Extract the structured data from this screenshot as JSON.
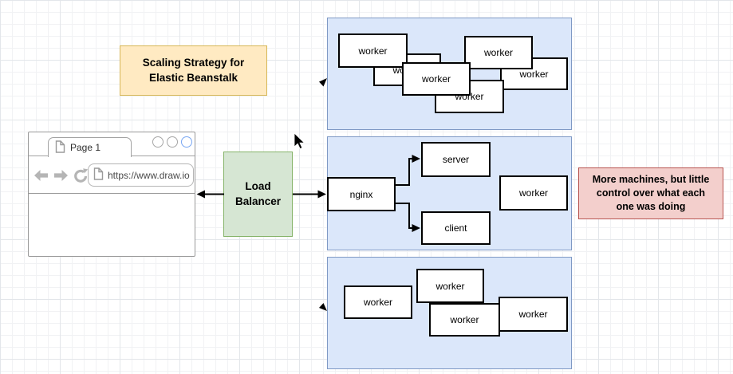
{
  "title": {
    "text": "Scaling Strategy for\nElastic Beanstalk"
  },
  "browser": {
    "tab_label": "Page 1",
    "url": "https://www.draw.io"
  },
  "load_balancer": {
    "label": "Load\nBalancer"
  },
  "panels": {
    "top": {
      "workers": [
        "worker",
        "worker",
        "worker",
        "worker",
        "worker",
        "worker"
      ]
    },
    "middle": {
      "nginx": "nginx",
      "server": "server",
      "client": "client",
      "worker": "worker"
    },
    "bottom": {
      "workers": [
        "worker",
        "worker",
        "worker",
        "worker"
      ]
    }
  },
  "note": {
    "text": "More machines, but little\ncontrol over what each\none was doing"
  },
  "icons": {
    "browser": [
      "back-arrow",
      "forward-arrow",
      "refresh",
      "page",
      "window-circle",
      "window-circle",
      "window-circle-blue"
    ],
    "cursor": "mouse-pointer"
  },
  "colors": {
    "panel_fill": "#dbe7fa",
    "panel_border": "#7f99c5",
    "title_fill": "#ffeac2",
    "title_border": "#d6b656",
    "lb_fill": "#d6e6d3",
    "lb_border": "#85b369",
    "note_fill": "#f3cfcc",
    "note_border": "#b85450",
    "node_border": "#000000",
    "browser_chrome": "#a3a3a3",
    "active_circle": "#79a7f2",
    "connector": "#000000"
  }
}
